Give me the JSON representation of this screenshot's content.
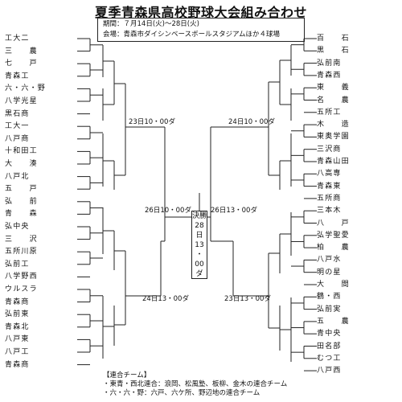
{
  "header": {
    "title": "夏季青森県高校野球大会組み合わせ",
    "period": "期間：７月14日(火)～28日(火)",
    "venue": "会場：青森市ダイシンベースボールスタジアムほか４球場"
  },
  "left_teams": [
    "工大二",
    "三　　農",
    "七　　戸",
    "青森工",
    "六・六・野",
    "八学光星",
    "黒石商",
    "工大一",
    "八戸商",
    "十和田工",
    "大　　湊",
    "八戸北",
    "五　　戸",
    "弘　　前",
    "青　　森",
    "弘中央",
    "三　　沢",
    "五所川原",
    "弘前工",
    "八学野西",
    "ウルスラ",
    "青森商",
    "弘前東",
    "青森北",
    "八戸東",
    "八戸工",
    "青森商"
  ],
  "right_teams": [
    "百　　石",
    "黒　　石",
    "弘前南",
    "青森西",
    "東　　義",
    "名　　農",
    "五所工",
    "木　　造",
    "東奥学園",
    "三沢商",
    "青森山田",
    "八高専",
    "青森東",
    "五所商",
    "三本木",
    "八　　戸",
    "弘学聖愛",
    "柏　　農",
    "八戸水",
    "明の星",
    "大　　間",
    "鶴・西",
    "弘前実",
    "五　　農",
    "青中央",
    "田名部",
    "むつ工",
    "八戸西"
  ],
  "dates": {
    "left_upper": "23日10・00ダ",
    "right_upper": "24日10・00ダ",
    "left_mid": "26日10・00ダ",
    "right_mid": "26日13・00ダ",
    "left_lower": "24日13・00ダ",
    "right_lower": "23日13・00ダ"
  },
  "final": {
    "label": "決勝",
    "date": "28日13・00ダ"
  },
  "notes": {
    "heading": "【連合チーム】",
    "line1": "・東青・西北連合：浪岡、松風塾、板柳、金木の連合チーム",
    "line2": "・六・六・野：六戸、六ケ所、野辺地の連合チーム"
  }
}
